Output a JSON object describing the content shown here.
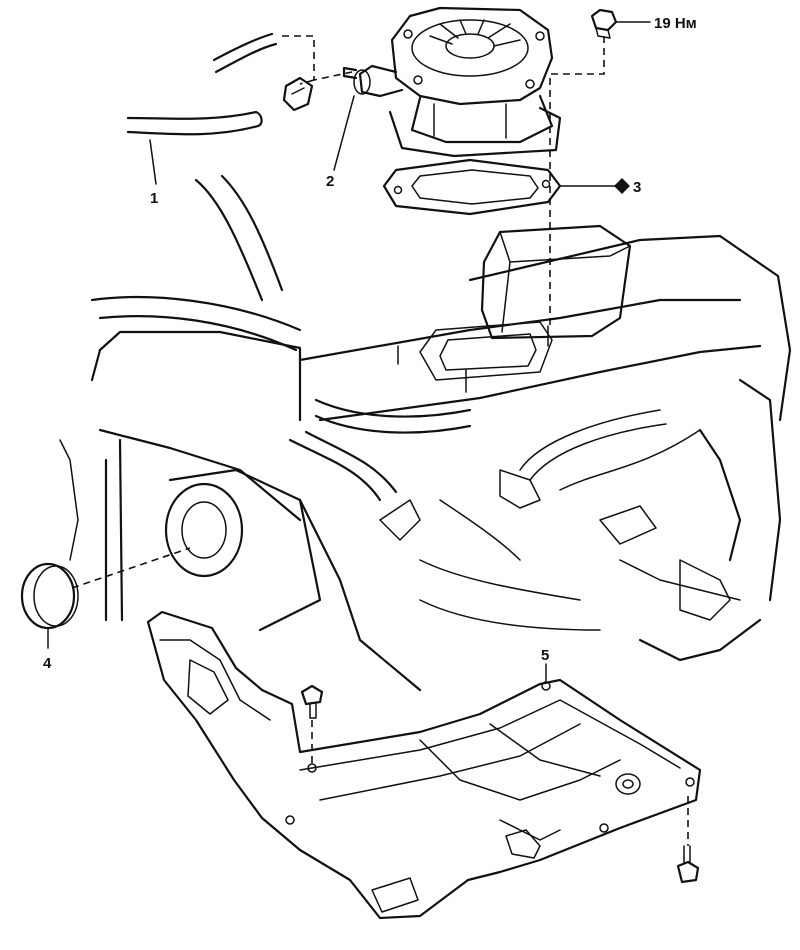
{
  "callouts": {
    "c1": "1",
    "c2": "2",
    "c3": "3",
    "c4": "4",
    "c5": "5",
    "torque": "19 Нм"
  }
}
